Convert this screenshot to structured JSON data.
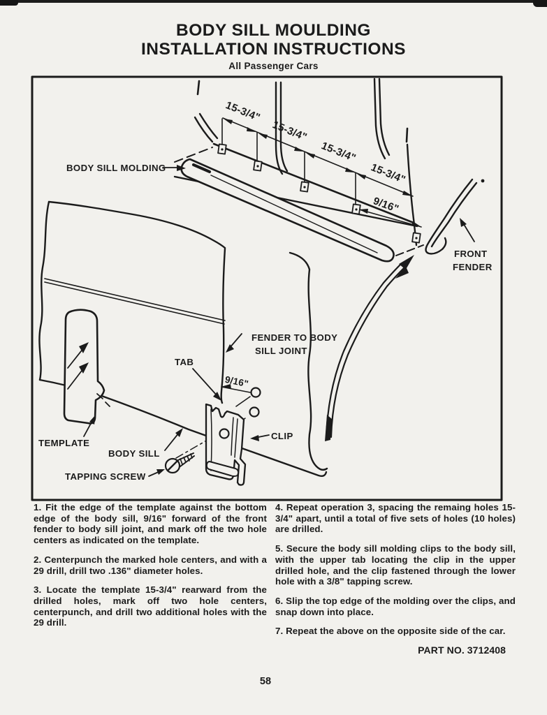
{
  "page": {
    "title_line1": "BODY SILL MOULDING",
    "title_line2": "INSTALLATION INSTRUCTIONS",
    "subtitle": "All Passenger Cars",
    "part_no": "PART NO. 3712408",
    "page_number": "58"
  },
  "diagram": {
    "labels": {
      "body_sill_molding": "BODY SILL MOLDING",
      "front_fender_line1": "FRONT",
      "front_fender_line2": "FENDER",
      "fender_joint_line1": "FENDER TO BODY",
      "fender_joint_line2": "SILL JOINT",
      "tab": "TAB",
      "clip": "CLIP",
      "template": "TEMPLATE",
      "body_sill": "BODY SILL",
      "tapping_screw": "TAPPING SCREW"
    },
    "dimensions": {
      "spacing": [
        "15-3/4\"",
        "15-3/4\"",
        "15-3/4\"",
        "15-3/4\""
      ],
      "offset_top": "9/16\"",
      "offset_detail": "9/16\""
    }
  },
  "instructions": {
    "left": [
      "1. Fit the edge of the template against the bottom edge of the body sill, 9/16\" forward of the front fender to body sill joint, and mark off the two hole centers as indicated on the template.",
      "2. Centerpunch the marked hole centers, and with a 29 drill, drill two .136\" diameter holes.",
      "3. Locate the template 15-3/4\" rearward from the drilled holes, mark off two hole centers, centerpunch, and drill two additional holes with the 29 drill."
    ],
    "right": [
      "4. Repeat operation 3, spacing the remaing holes 15-3/4\" apart, until a total of five sets of holes (10 holes) are drilled.",
      "5. Secure the body sill molding clips to the body sill, with the upper tab locating the clip in the upper drilled hole, and the clip fastened through the lower hole with a 3/8\" tapping screw.",
      "6. Slip the top edge of the molding over the clips, and snap down into place.",
      "7. Repeat the above on the opposite side of the car."
    ]
  }
}
